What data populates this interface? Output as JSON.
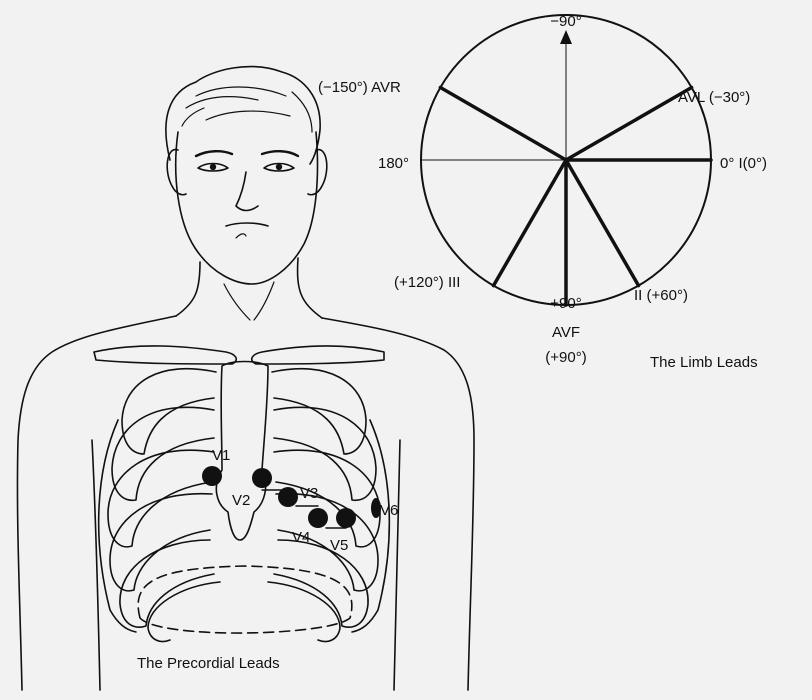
{
  "limb_leads": {
    "caption": "The Limb Leads",
    "top_angle": "−90°",
    "left_angle": "180°",
    "leads": [
      {
        "id": "avr",
        "text": "(−150°) AVR",
        "angle": -150
      },
      {
        "id": "avl",
        "text": "AVL  (−30°)",
        "angle": -30
      },
      {
        "id": "i",
        "text": "0°  I(0°)",
        "angle": 0
      },
      {
        "id": "ii",
        "text": "II (+60°)",
        "angle": 60
      },
      {
        "id": "avf",
        "text": "+90°",
        "angle": 90
      },
      {
        "id": "iii",
        "text": "(+120°) III",
        "angle": 120
      }
    ],
    "avf_name": "AVF",
    "avf_value": "(+90°)"
  },
  "precordial": {
    "caption": "The Precordial Leads",
    "electrodes": [
      "V1",
      "V2",
      "V3",
      "V4",
      "V5",
      "V6"
    ]
  }
}
